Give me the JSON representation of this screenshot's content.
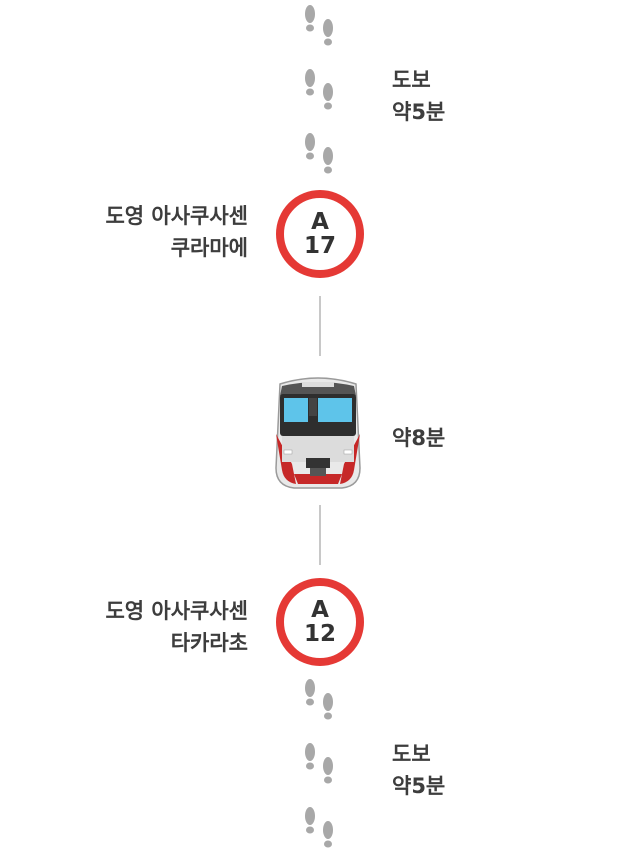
{
  "colors": {
    "accent": "#e53935",
    "footprint": "#a8a8a8",
    "text": "#3d3d3d",
    "line": "#c8c8c8"
  },
  "walk_top": {
    "line1": "도보",
    "line2": "약5분"
  },
  "station_from": {
    "name_line1": "도영 아사쿠사센",
    "name_line2": "쿠라마에",
    "code_letter": "A",
    "code_number": "17"
  },
  "train": {
    "icon": "train-icon",
    "duration": "약8분"
  },
  "station_to": {
    "name_line1": "도영 아사쿠사센",
    "name_line2": "타카라초",
    "code_letter": "A",
    "code_number": "12"
  },
  "walk_bottom": {
    "line1": "도보",
    "line2": "약5분"
  }
}
